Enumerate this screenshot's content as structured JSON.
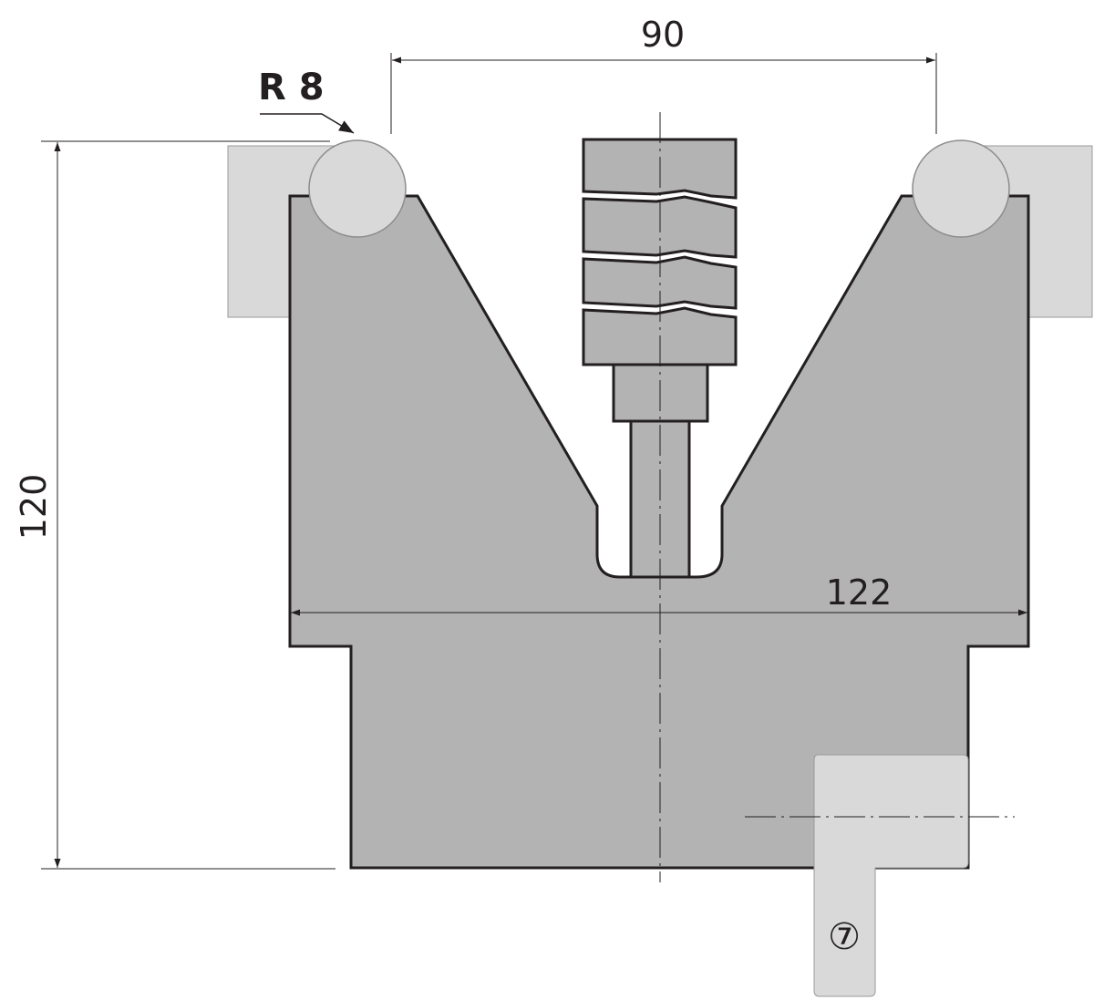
{
  "dimensions": {
    "top_width": "90",
    "bottom_width": "122",
    "height": "120",
    "radius": "R 8"
  },
  "labels": {
    "holder_number": "⑦"
  },
  "colors": {
    "die_body": "#b3b3b3",
    "clamp_light": "#d9d9d9",
    "outline": "#231f20"
  }
}
